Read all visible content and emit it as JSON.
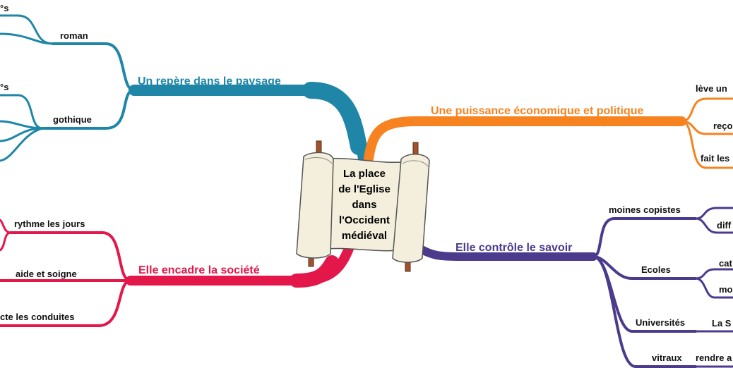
{
  "center": {
    "lines": [
      "La place",
      "de l'Eglise",
      "dans",
      "l'Occident",
      "médiéval"
    ]
  },
  "colors": {
    "blue": "#1f86a8",
    "orange": "#f6831f",
    "red": "#e3174a",
    "purple": "#4c3a8c",
    "parchment": "#f3efdc",
    "rod": "#a0522d"
  },
  "branches": {
    "paysage": {
      "label": "Un repère dans le paysage",
      "children": [
        "roman",
        "gothique"
      ],
      "fragments": [
        "°s",
        "°s"
      ]
    },
    "puissance": {
      "label": "Une puissance économique et politique",
      "children": [
        "lève un",
        "reço",
        "fait les"
      ]
    },
    "societe": {
      "label": "Elle encadre la société",
      "children": [
        "rythme les jours",
        "aide et soigne",
        "cte les conduites"
      ]
    },
    "savoir": {
      "label": "Elle contrôle le savoir",
      "children": [
        "moines copistes",
        "Ecoles",
        "Universités",
        "vitraux"
      ],
      "sub": [
        "diff",
        "cat",
        "mo",
        "La S",
        "rendre a"
      ]
    }
  }
}
